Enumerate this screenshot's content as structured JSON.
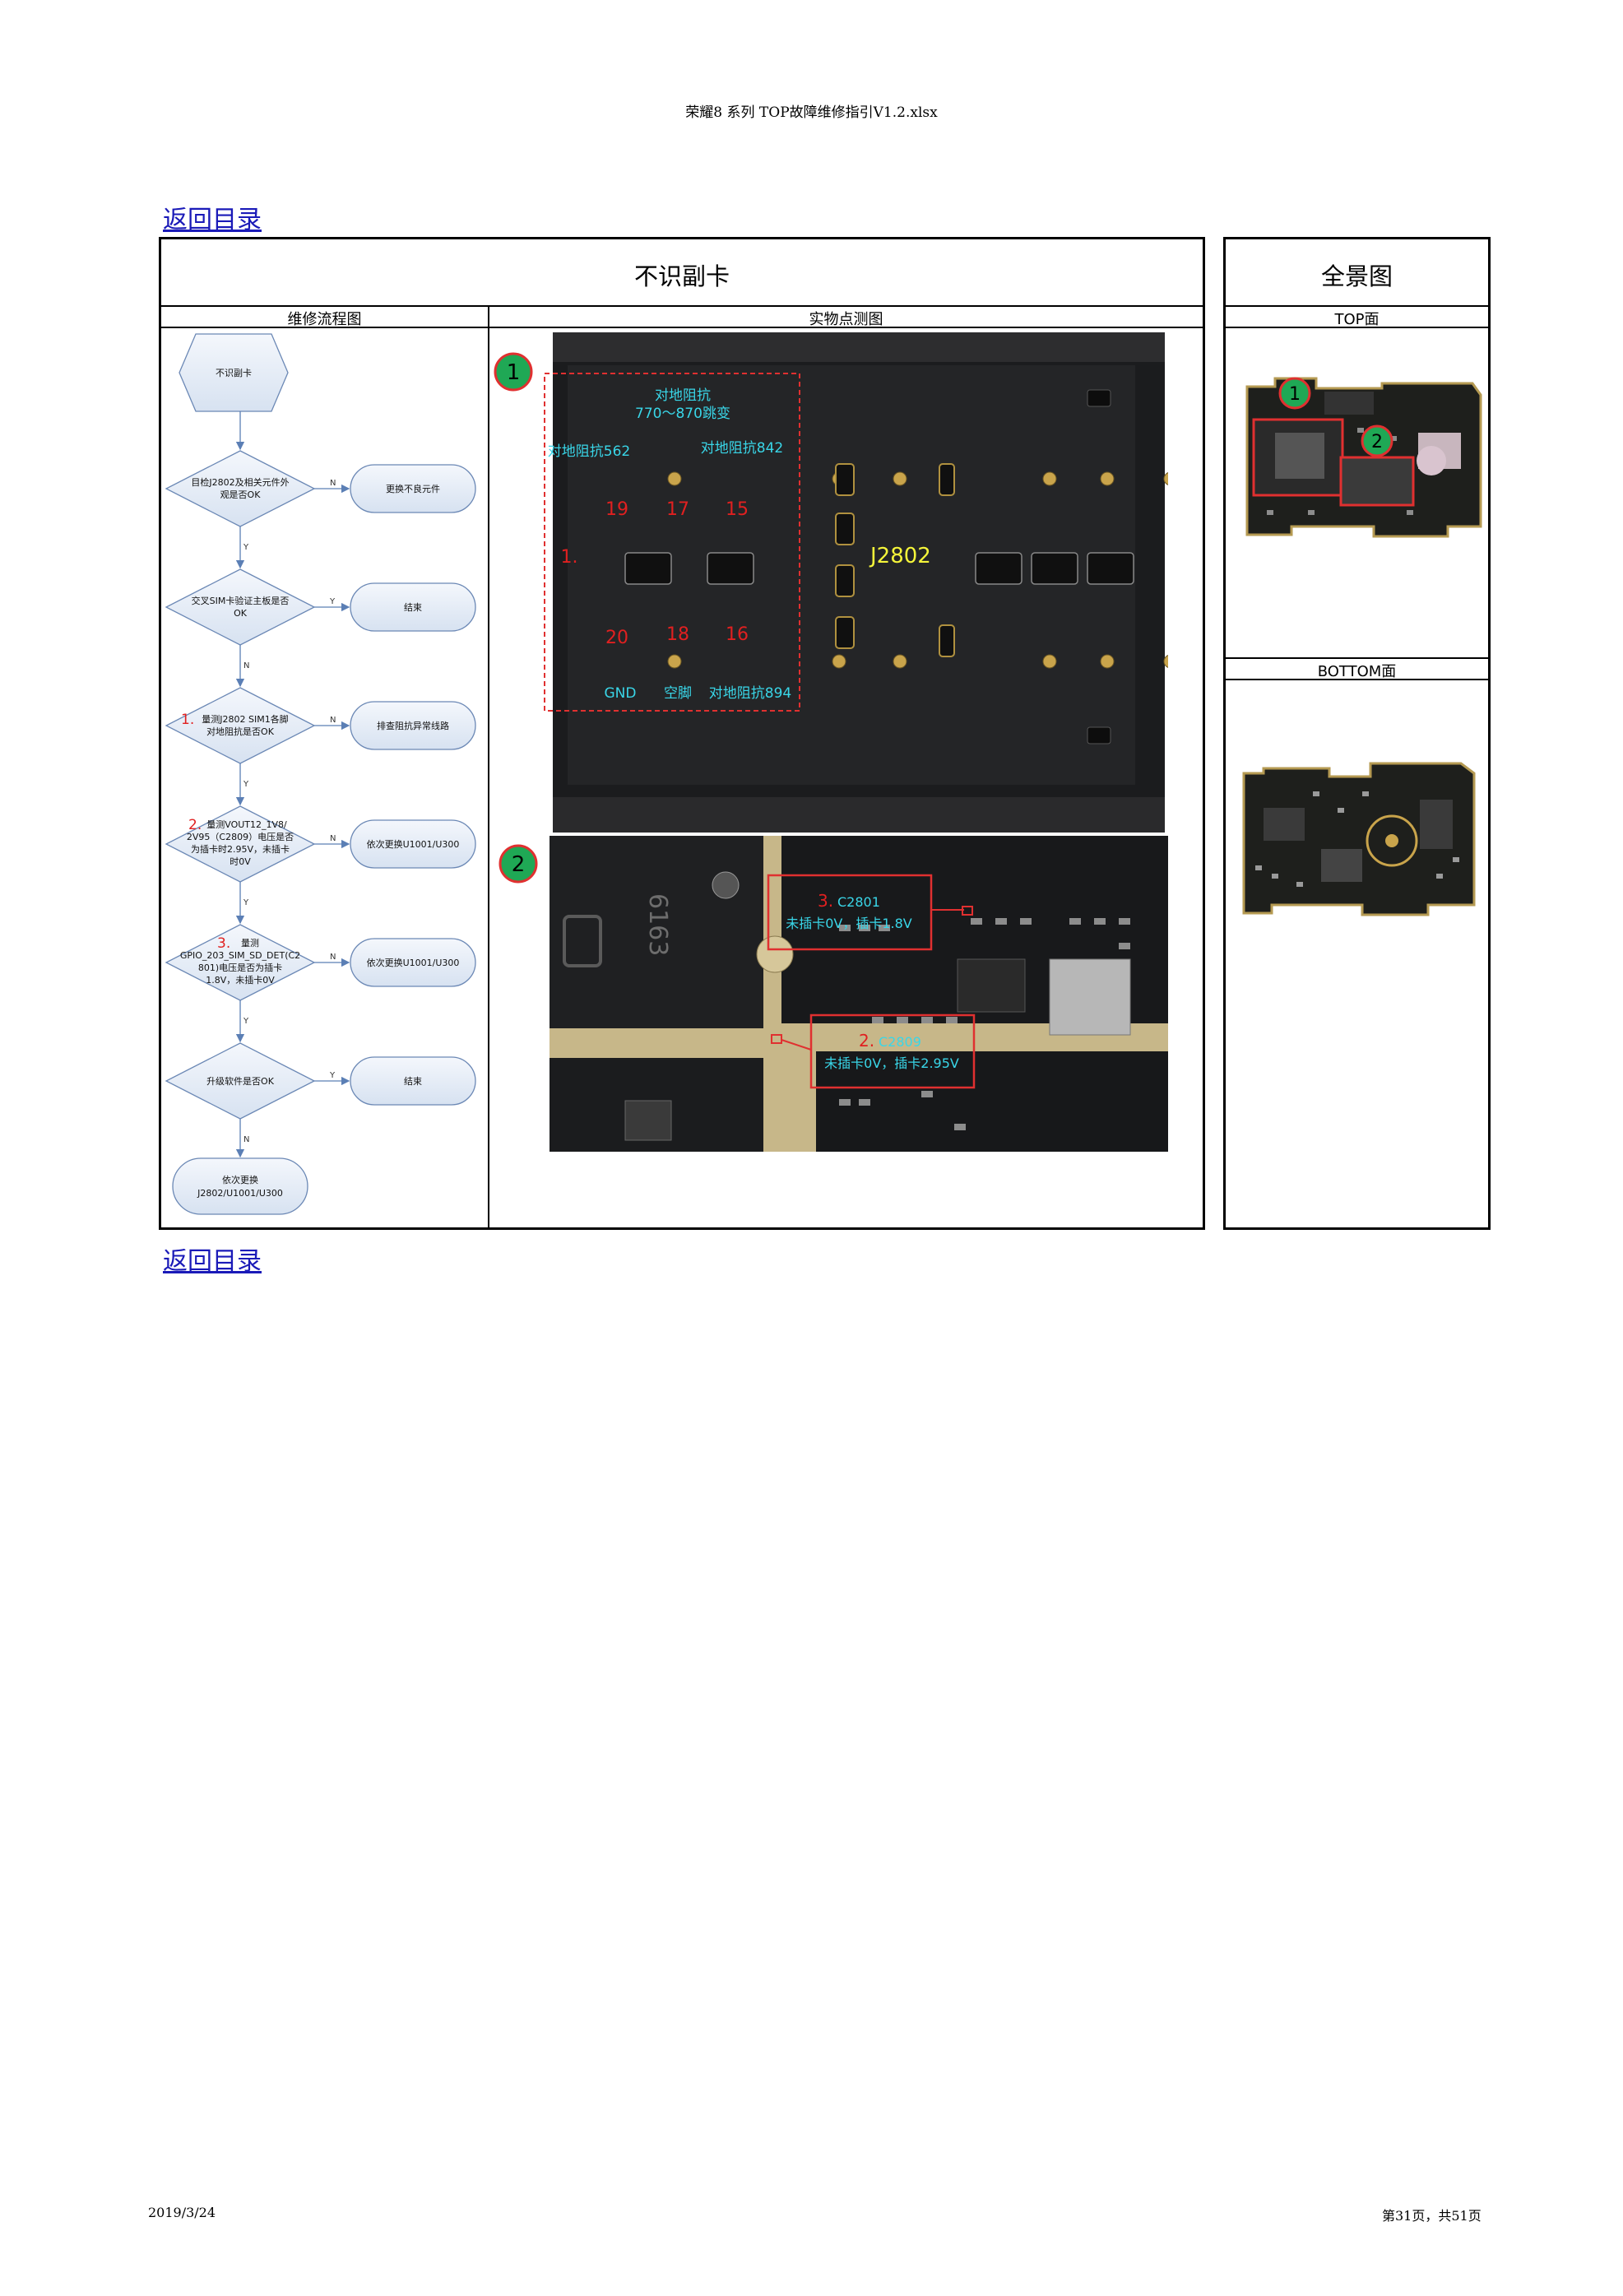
{
  "header": {
    "filename": "荣耀8 系列 TOP故障维修指引V1.2.xlsx"
  },
  "nav": {
    "back_top": "返回目录",
    "back_bottom": "返回目录"
  },
  "panel_main": {
    "title": "不识副卡",
    "col_flow": "维修流程图",
    "col_photo": "实物点测图"
  },
  "panel_overview": {
    "title": "全景图",
    "top_label": "TOP面",
    "bottom_label": "BOTTOM面"
  },
  "flow": {
    "start": "不识副卡",
    "d1": [
      "目检J2802及相关元件外",
      "观是否OK"
    ],
    "a1": "更换不良元件",
    "d2": [
      "交叉SIM卡验证主板是否",
      "OK"
    ],
    "a2": "结束",
    "d3_num": "1.",
    "d3": [
      "量测J2802 SIM1各脚",
      "对地阻抗是否OK"
    ],
    "a3": "排查阻抗异常线路",
    "d4_num": "2.",
    "d4": [
      "量测VOUT12_1V8/",
      "2V95（C2809）电压是否",
      "为插卡时2.95V，未插卡",
      "时0V"
    ],
    "a4": "依次更换U1001/U300",
    "d5_num": "3.",
    "d5": [
      "量测",
      "GPIO_203_SIM_SD_DET(C2",
      "801)电压是否为插卡",
      "1.8V，未插卡0V"
    ],
    "a5": "依次更换U1001/U300",
    "d6": [
      "升级软件是否OK"
    ],
    "a6": "结束",
    "end": [
      "依次更换",
      "J2802/U1001/U300"
    ],
    "yes": "Y",
    "no": "N"
  },
  "photo1": {
    "badge": "1",
    "imp_title": [
      "对地阻抗",
      "770～870跳变"
    ],
    "imp_562": "对地阻抗562",
    "imp_842": "对地阻抗842",
    "pin19": "19",
    "pin17": "17",
    "pin15": "15",
    "pin20": "20",
    "pin18": "18",
    "pin16": "16",
    "gnd": "GND",
    "nc": "空脚",
    "imp_894": "对地阻抗894",
    "num": "1.",
    "connector": "J2802"
  },
  "photo2": {
    "badge": "2",
    "silk": "6163",
    "c2801_num": "3.",
    "c2801_name": "C2801",
    "c2801_val": "未插卡0V，插卡1.8V",
    "c2809_num": "2.",
    "c2809_name": "C2809",
    "c2809_val": "未插卡0V，插卡2.95V"
  },
  "overview": {
    "badge1": "1",
    "badge2": "2"
  },
  "footer": {
    "date": "2019/3/24",
    "page": "第31页，共51页"
  }
}
